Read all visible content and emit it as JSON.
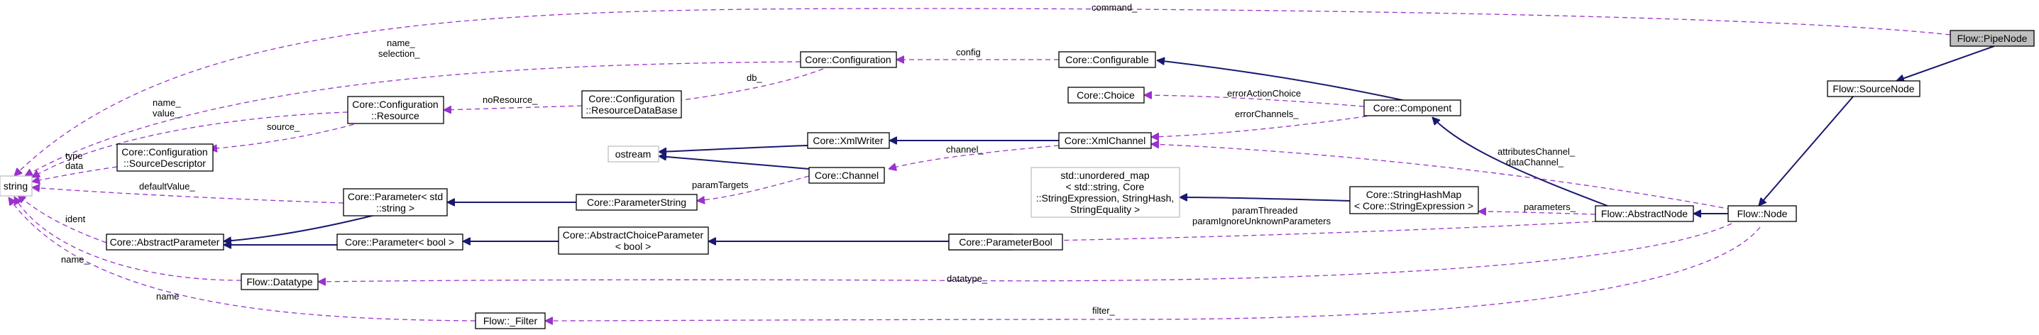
{
  "nodes": {
    "pipe_node": "Flow::PipeNode",
    "source_node": "Flow::SourceNode",
    "node": "Flow::Node",
    "abstract_node": "Flow::AbstractNode",
    "component": "Core::Component",
    "configurable": "Core::Configurable",
    "configuration": "Core::Configuration",
    "choice": "Core::Choice",
    "xml_channel": "Core::XmlChannel",
    "xml_writer": "Core::XmlWriter",
    "ostream": "ostream",
    "channel": "Core::Channel",
    "string": "string",
    "cfg_resource": [
      "Core::Configuration",
      "::Resource"
    ],
    "resource_db": [
      "Core::Configuration",
      "::ResourceDataBase"
    ],
    "source_descriptor": [
      "Core::Configuration",
      "::SourceDescriptor"
    ],
    "parameter_string_tpl": [
      "Core::Parameter< std",
      "::string >"
    ],
    "parameter_string": "Core::ParameterString",
    "unordered_map": [
      "std::unordered_map",
      "< std::string, Core",
      "::StringExpression, StringHash,",
      "StringEquality >"
    ],
    "string_hash_map": [
      "Core::StringHashMap",
      "< Core::StringExpression >"
    ],
    "abstract_parameter": "Core::AbstractParameter",
    "parameter_bool_tpl": "Core::Parameter< bool >",
    "abstract_choice_param": [
      "Core::AbstractChoiceParameter",
      "< bool >"
    ],
    "parameter_bool": "Core::ParameterBool",
    "datatype": "Flow::Datatype",
    "filter": "Flow::_Filter"
  },
  "edge_labels": {
    "command": "command_",
    "name_selection": [
      "name_",
      "selection_"
    ],
    "config": "config",
    "db": "db_",
    "no_resource": "noResource_",
    "name_value": [
      "name_",
      "value_"
    ],
    "source": "source_",
    "type_data": [
      "type",
      "data"
    ],
    "error_action_choice": "errorActionChoice",
    "error_channels": "errorChannels_",
    "channel": "channel_",
    "attributes_channel": [
      "attributesChannel_",
      "dataChannel_"
    ],
    "default_value": "defaultValue_",
    "param_targets": "paramTargets",
    "parameters": "parameters_",
    "param_threaded": [
      "paramThreaded",
      "paramIgnoreUnknownParameters"
    ],
    "ident": "ident",
    "name_u": "name_",
    "datatype": "datatype_",
    "filter": "filter_",
    "name": "name"
  },
  "colors": {
    "inheritance": "#191970",
    "usage": "#9a32cd",
    "focus_fill": "#bfbfbf"
  }
}
